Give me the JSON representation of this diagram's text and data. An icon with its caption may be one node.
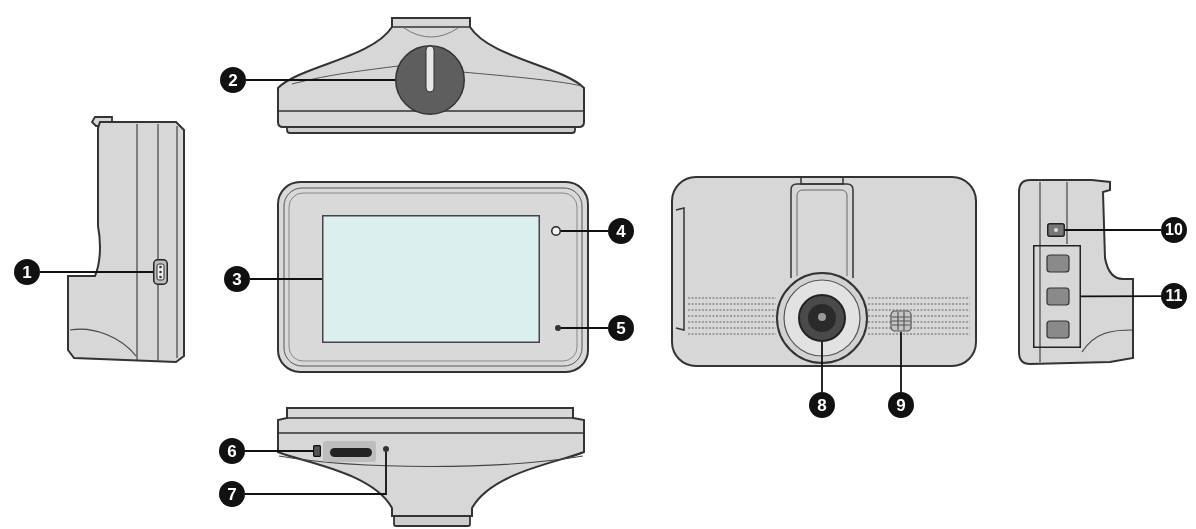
{
  "diagram": {
    "nodes": [
      {
        "text": [
          "1"
        ]
      },
      {
        "text": [
          "2"
        ]
      },
      {
        "text": [
          "3"
        ]
      },
      {
        "text": [
          "4"
        ]
      },
      {
        "text": [
          "5"
        ]
      },
      {
        "text": [
          "6"
        ]
      },
      {
        "text": [
          "7"
        ]
      },
      {
        "text": [
          "8"
        ]
      },
      {
        "text": [
          "9"
        ]
      },
      {
        "text": [
          "10"
        ]
      },
      {
        "text": [
          "11"
        ]
      },
      {
        "text": [],
        "shape": "box"
      },
      {
        "text": [],
        "shape": "circle"
      },
      {
        "text": [],
        "shape": "box"
      },
      {
        "text": [],
        "shape": "circle"
      },
      {
        "text": [],
        "shape": "circle"
      },
      {
        "text": [],
        "shape": "box"
      },
      {
        "text": [],
        "shape": "circle"
      },
      {
        "text": [],
        "shape": "circle"
      },
      {
        "text": [],
        "shape": "picture"
      },
      {
        "text": [],
        "shape": "box"
      },
      {
        "text": [],
        "shape": "box"
      }
    ],
    "edges": [
      {
        "from": 0,
        "to": 11,
        "arrow": "none"
      },
      {
        "from": 1,
        "to": 12,
        "arrow": "none"
      },
      {
        "from": 2,
        "to": 13,
        "arrow": "none"
      },
      {
        "from": 3,
        "to": 14,
        "arrow": "none"
      },
      {
        "from": 4,
        "to": 15,
        "arrow": "none"
      },
      {
        "from": 5,
        "to": 16,
        "arrow": "none"
      },
      {
        "from": 6,
        "to": 17,
        "arrow": "none"
      },
      {
        "from": 7,
        "to": 18,
        "arrow": "none"
      },
      {
        "from": 8,
        "to": 19,
        "arrow": "none"
      },
      {
        "from": 9,
        "to": 20,
        "arrow": "none"
      },
      {
        "from": 10,
        "to": 21,
        "arrow": "none"
      }
    ]
  }
}
